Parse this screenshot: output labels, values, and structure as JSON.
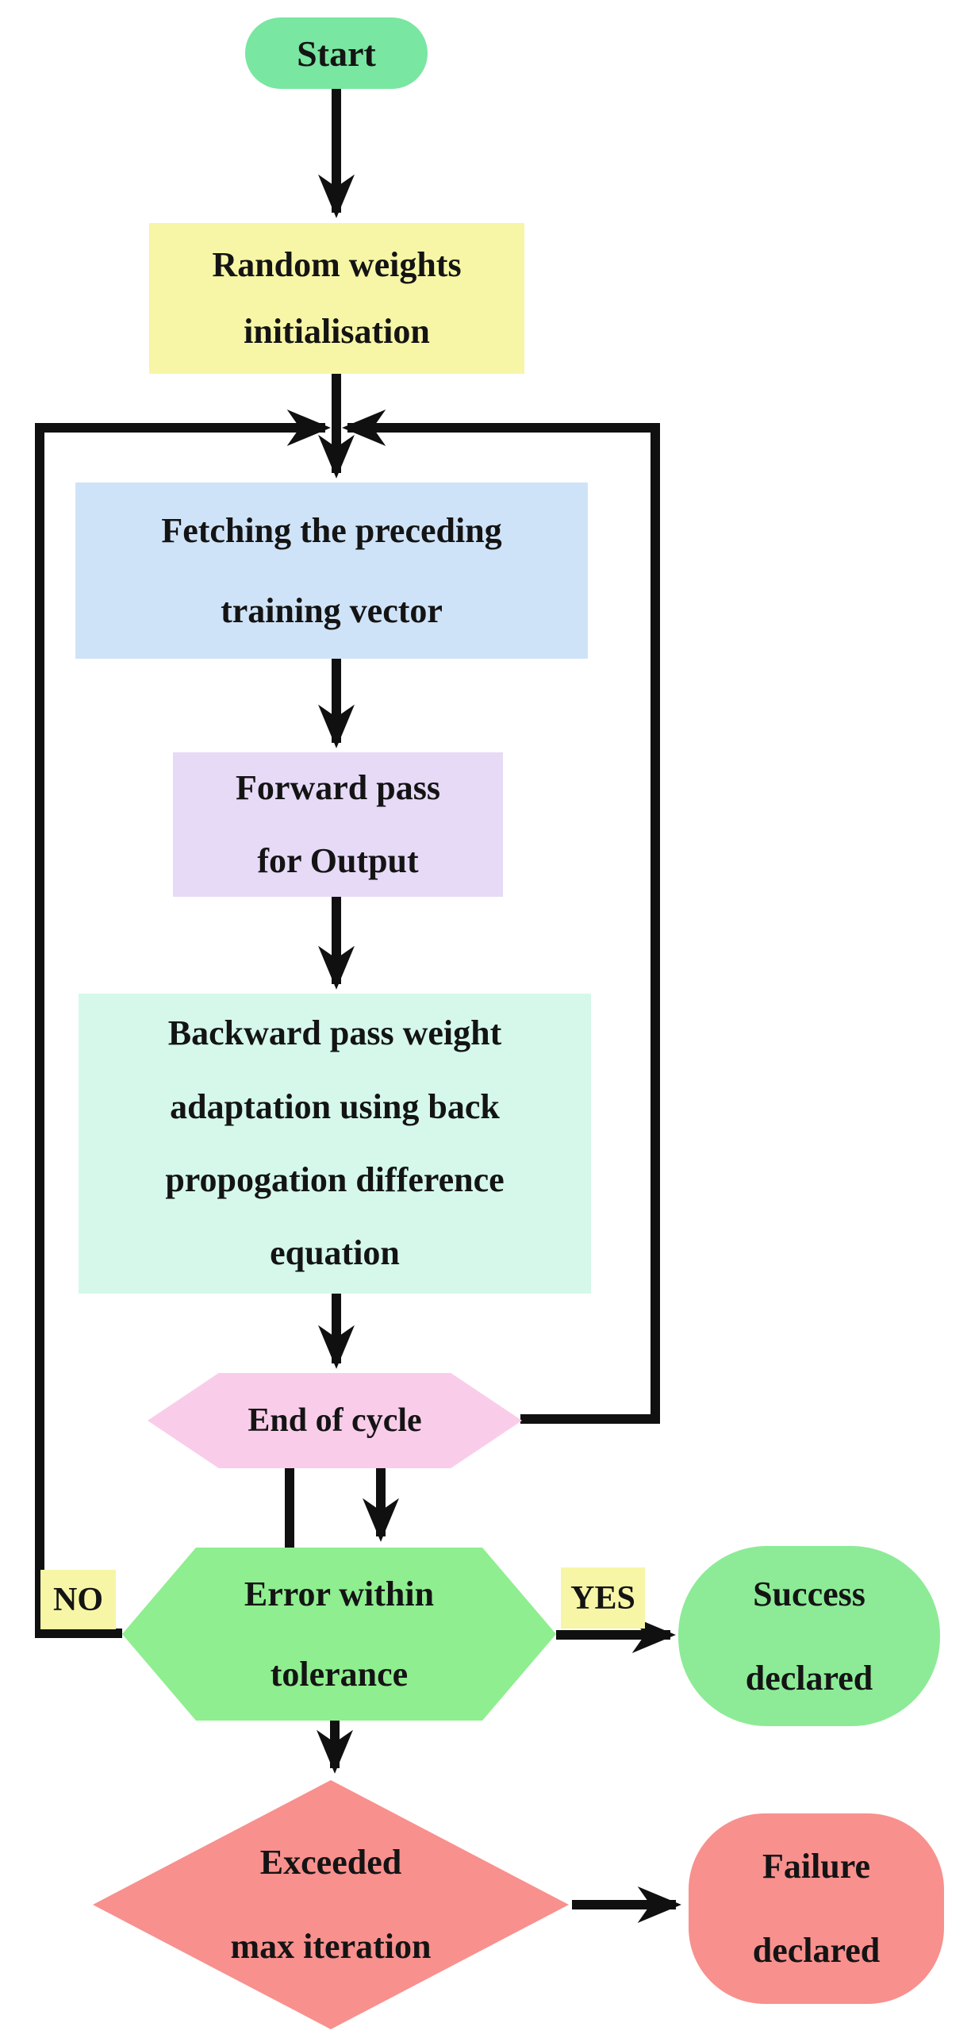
{
  "nodes": {
    "start": {
      "label": "Start",
      "shape": "stadium",
      "color": "#79e6a1"
    },
    "init": {
      "label": "Random weights\ninitialisation",
      "shape": "rect",
      "color": "#f6f6a6"
    },
    "fetch": {
      "label": "Fetching the preceding\ntraining vector",
      "shape": "rect",
      "color": "#cfe3f8"
    },
    "forward": {
      "label": "Forward pass\nfor Output",
      "shape": "rect",
      "color": "#e6daf6"
    },
    "backward": {
      "label": "Backward pass weight\nadaptation using back\npropogation difference\nequation",
      "shape": "rect",
      "color": "#d5f8eb"
    },
    "end_cycle": {
      "label": "End of cycle",
      "shape": "hexagon",
      "color": "#f9cde9"
    },
    "error": {
      "label": "Error within\ntolerance",
      "shape": "hexagon",
      "color": "#8fee8f"
    },
    "success": {
      "label": "Success\ndeclared",
      "shape": "stadium",
      "color": "#8deb97"
    },
    "max_iter": {
      "label": "Exceeded\nmax iteration",
      "shape": "diamond",
      "color": "#f8908e"
    },
    "failure": {
      "label": "Failure\ndeclared",
      "shape": "stadium",
      "color": "#f8908e"
    }
  },
  "edge_labels": {
    "no": {
      "label": "NO",
      "color": "#f6f6a6"
    },
    "yes": {
      "label": "YES",
      "color": "#f6f6a6"
    }
  },
  "colors": {
    "line": "#101010",
    "background": "#ffffff",
    "text": "#141414"
  }
}
